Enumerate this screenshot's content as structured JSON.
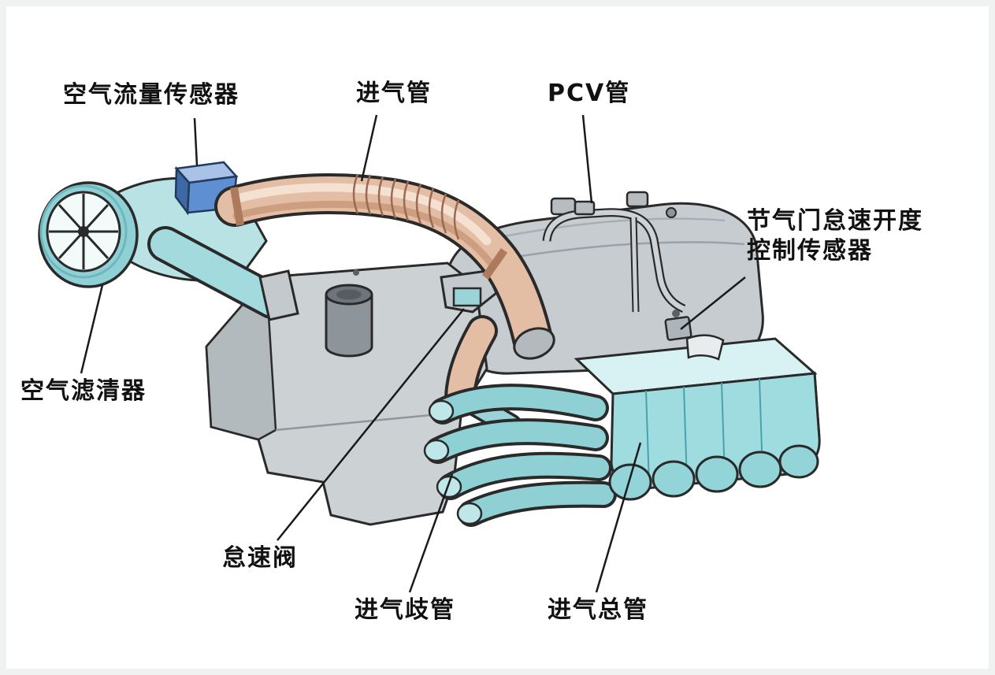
{
  "diagram": {
    "type": "engine-air-intake-system-diagram",
    "labels": {
      "air_flow_sensor": "空气流量传感器",
      "intake_pipe": "进气管",
      "pcv_pipe": "PCV管",
      "throttle_idle_sensor": "节气门怠速开度\n控制传感器",
      "air_filter": "空气滤清器",
      "idle_valve": "怠速阀",
      "intake_manifold": "进气歧管",
      "intake_plenum": "进气总管"
    },
    "colors": {
      "outline": "#2a2a2a",
      "engine_gray": "#ccd1d4",
      "engine_gray_dark": "#b3babe",
      "teal_light": "#bfe7e9",
      "teal_mid": "#9edce0",
      "teal_deep": "#8fd0d5",
      "hose_tan": "#e3bda4",
      "hose_highlight": "#f6e3d4",
      "sensor_blue": "#5d8fd2",
      "text": "#111111"
    }
  }
}
